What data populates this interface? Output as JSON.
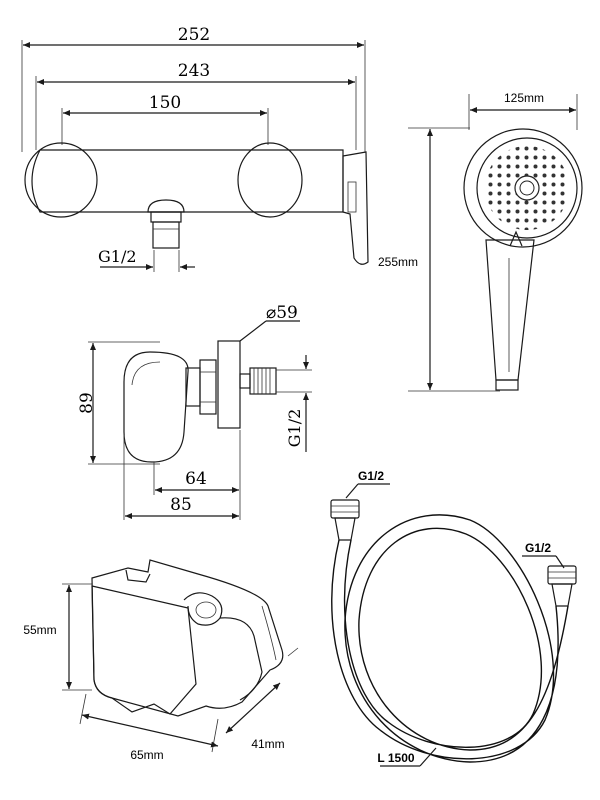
{
  "front_view": {
    "dim_overall": "252",
    "dim_body": "243",
    "dim_centers": "150",
    "dim_outlet": "G1/2"
  },
  "side_view": {
    "dim_diameter": "⌀59",
    "dim_height": "89",
    "dim_depth_short": "64",
    "dim_depth_long": "85",
    "dim_thread": "G1/2"
  },
  "hand_shower": {
    "dim_width": "125mm",
    "dim_length": "255mm"
  },
  "holder": {
    "dim_height": "55mm",
    "dim_width": "65mm",
    "dim_depth": "41mm"
  },
  "hose": {
    "end_left": "G1/2",
    "end_right": "G1/2",
    "dim_length": "L 1500"
  }
}
